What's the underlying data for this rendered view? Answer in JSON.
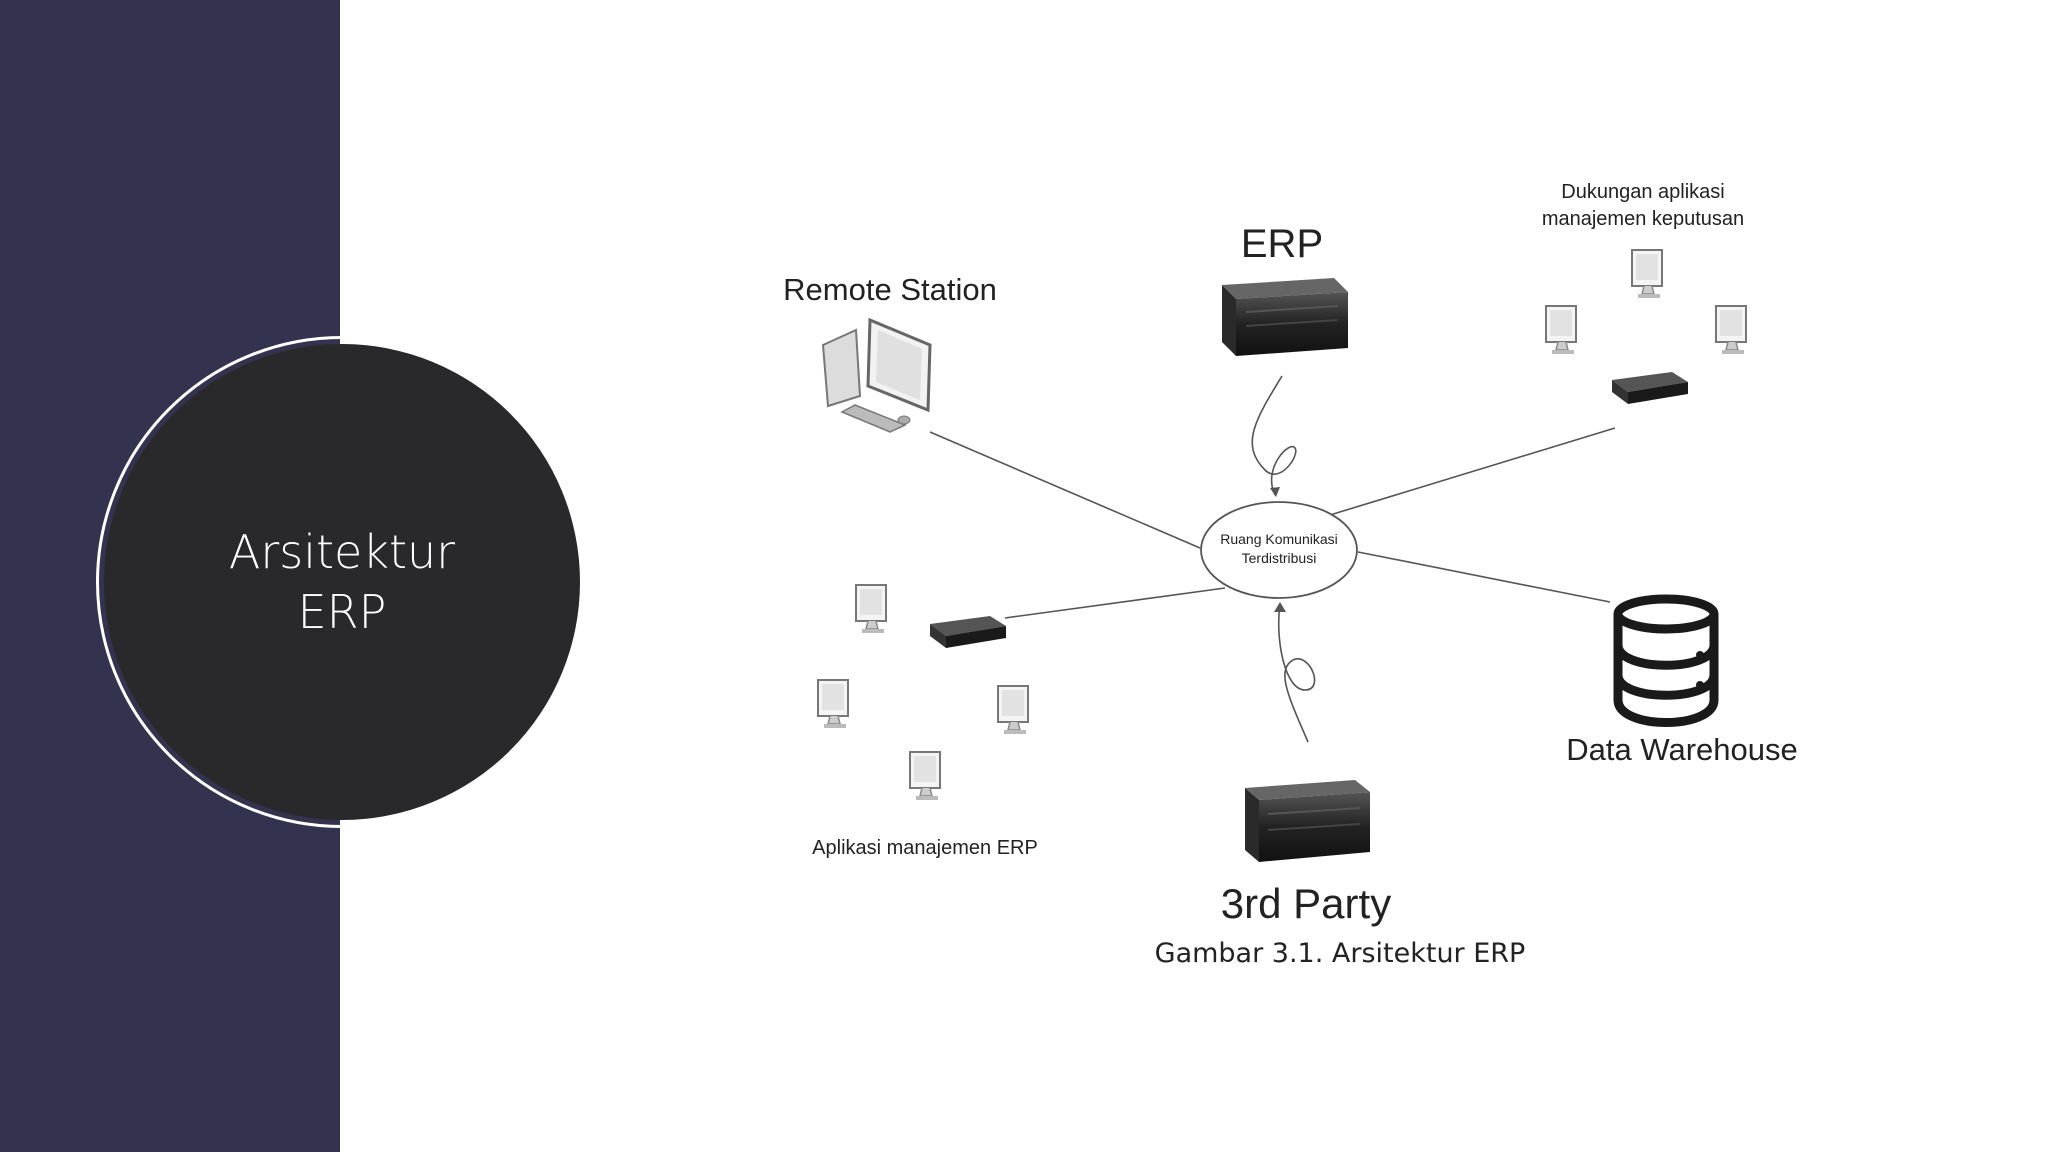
{
  "slide": {
    "title": "Arsitektur ERP"
  },
  "diagram": {
    "hub_label_line1": "Ruang Komunikasi",
    "hub_label_line2": "Terdistribusi",
    "nodes": {
      "erp": "ERP",
      "remote_station": "Remote Station",
      "decision_support_line1": "Dukungan aplikasi",
      "decision_support_line2": "manajemen keputusan",
      "erp_management": "Aplikasi manajemen ERP",
      "data_warehouse": "Data Warehouse",
      "third_party": "3rd Party"
    },
    "caption": "Gambar 3.1. Arsitektur ERP"
  },
  "colors": {
    "sidebar": "#33334f",
    "circle": "#29292b",
    "ring": "#ffffff",
    "line": "#555555"
  }
}
